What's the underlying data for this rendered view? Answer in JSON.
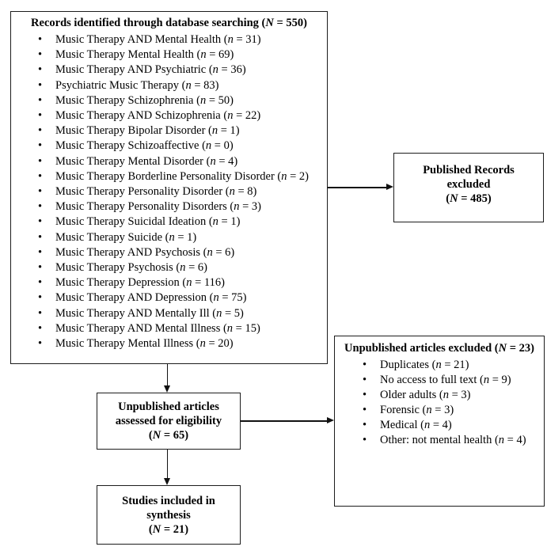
{
  "colors": {
    "background": "#ffffff",
    "box_border": "#1c1c1c",
    "text": "#000000",
    "arrow": "#111111"
  },
  "boxes": {
    "records": {
      "title": "Records identified through database searching (N = 550)",
      "items": [
        "Music Therapy AND Mental Health (n = 31)",
        "Music Therapy Mental Health (n = 69)",
        "Music Therapy AND Psychiatric (n = 36)",
        "Psychiatric Music Therapy (n = 83)",
        "Music Therapy Schizophrenia (n = 50)",
        "Music Therapy AND Schizophrenia (n = 22)",
        "Music Therapy Bipolar Disorder (n = 1)",
        "Music Therapy Schizoaffective (n = 0)",
        "Music Therapy Mental Disorder (n = 4)",
        "Music Therapy Borderline Personality Disorder (n = 2)",
        "Music Therapy Personality Disorder (n = 8)",
        "Music Therapy Personality Disorders (n = 3)",
        "Music Therapy Suicidal Ideation (n = 1)",
        "Music Therapy Suicide (n = 1)",
        "Music Therapy AND Psychosis (n = 6)",
        "Music Therapy Psychosis (n = 6)",
        "Music Therapy Depression (n = 116)",
        "Music Therapy AND Depression (n = 75)",
        "Music Therapy AND Mentally Ill (n = 5)",
        "Music Therapy AND Mental Illness (n = 15)",
        "Music Therapy Mental Illness (n = 20)"
      ]
    },
    "published_excluded": {
      "lines": [
        "Published Records",
        "excluded",
        "(N = 485)"
      ]
    },
    "eligibility": {
      "lines": [
        "Unpublished articles",
        "assessed for eligibility",
        "(N = 65)"
      ]
    },
    "unpublished_excluded": {
      "title": "Unpublished articles excluded (N = 23)",
      "items": [
        "Duplicates (n = 21)",
        "No access to full text (n = 9)",
        "Older adults (n = 3)",
        "Forensic (n = 3)",
        "Medical (n = 4)",
        "Other: not mental health (n = 4)"
      ]
    },
    "synthesis": {
      "lines": [
        "Studies included in",
        "synthesis",
        "(N = 21)"
      ]
    }
  }
}
